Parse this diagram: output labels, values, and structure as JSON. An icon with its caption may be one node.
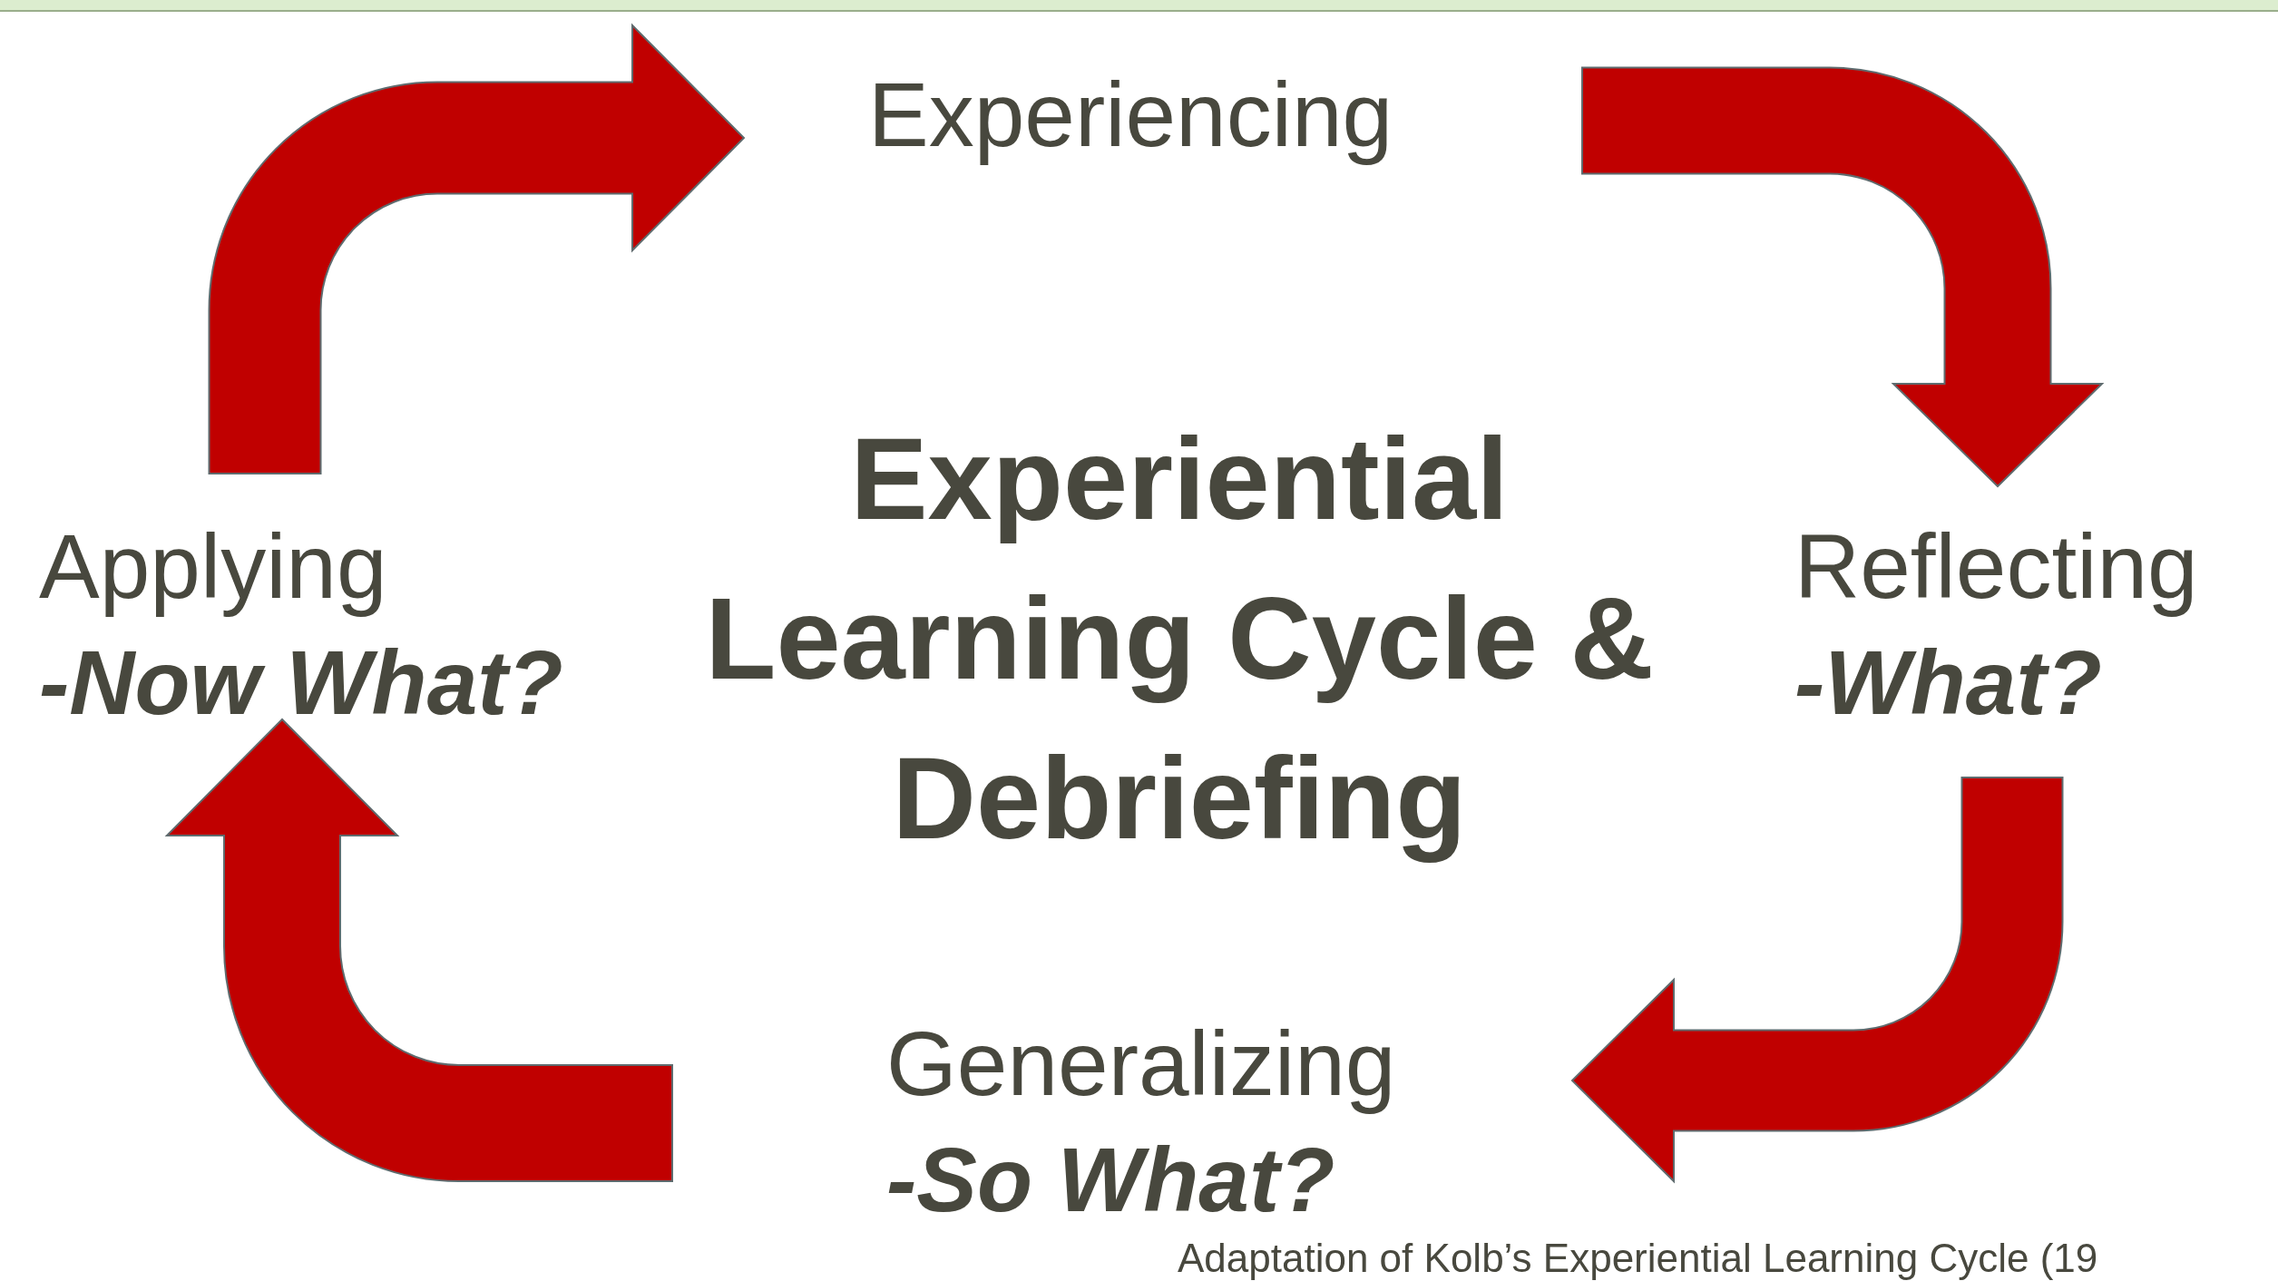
{
  "diagram": {
    "title": "Experiential Learning Cycle & Debriefing",
    "caption": "Adaptation of Kolb’s Experiential Learning Cycle (19",
    "nodes": [
      {
        "text": [
          "Experiencing"
        ]
      },
      {
        "text": [
          "Reflecting",
          "-What?"
        ]
      },
      {
        "text": [
          "Generalizing",
          "-So What?"
        ]
      },
      {
        "text": [
          "Applying",
          "-Now What?"
        ]
      }
    ],
    "edges": [
      {
        "from": 3,
        "to": 0,
        "arrow": "to"
      },
      {
        "from": 0,
        "to": 1,
        "arrow": "to"
      },
      {
        "from": 1,
        "to": 2,
        "arrow": "to"
      },
      {
        "from": 2,
        "to": 3,
        "arrow": "to"
      }
    ]
  }
}
